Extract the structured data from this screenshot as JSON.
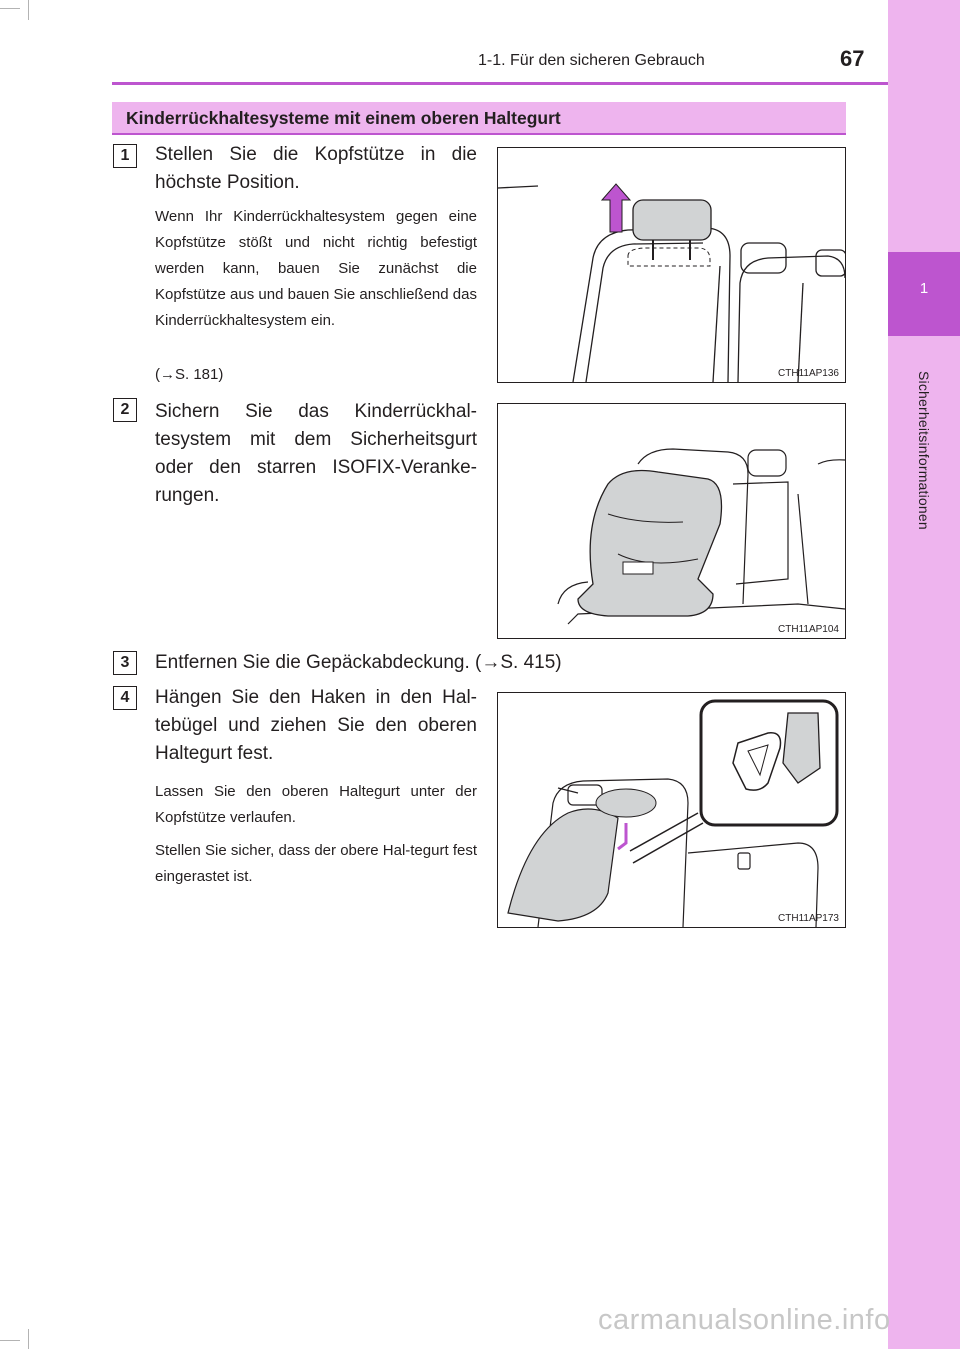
{
  "header": {
    "running_head": "1-1. Für den sicheren Gebrauch",
    "page_number": "67"
  },
  "side_tab": {
    "chapter_number": "1",
    "chapter_label": "Sicherheitsinformationen",
    "color_light": "#eeb4ee",
    "color_dark": "#bd55cf"
  },
  "section": {
    "title": "Kinderrückhaltesysteme mit einem oberen Haltegurt"
  },
  "steps": [
    {
      "number": "1",
      "text": "Stellen Sie die Kopfstütze in die höchste Position.",
      "notes": [
        "Wenn Ihr Kinderrückhaltesystem gegen eine Kopfstütze stößt und nicht richtig befestigt werden kann, bauen Sie zunächst die Kopfstütze aus und bauen Sie anschließend das Kinderrückhaltesystem ein.",
        "(→S. 181)"
      ],
      "figure_code": "CTH11AP136"
    },
    {
      "number": "2",
      "text": "Sichern Sie das Kinderrückhal-tesystem mit dem Sicherheitsgurt oder den starren ISOFIX-Veranke-rungen.",
      "figure_code": "CTH11AP104"
    },
    {
      "number": "3",
      "text": "Entfernen Sie die Gepäckabdeckung. (→S. 415)"
    },
    {
      "number": "4",
      "text": "Hängen Sie den Haken in den Hal-tebügel und ziehen Sie den oberen Haltegurt fest.",
      "notes": [
        "Lassen Sie den oberen Haltegurt unter der Kopfstütze verlaufen.",
        "Stellen Sie sicher, dass der obere Hal-tegurt fest eingerastet ist."
      ],
      "figure_code": "CTH11AP173"
    }
  ],
  "watermark": "carmanualsonline.info"
}
